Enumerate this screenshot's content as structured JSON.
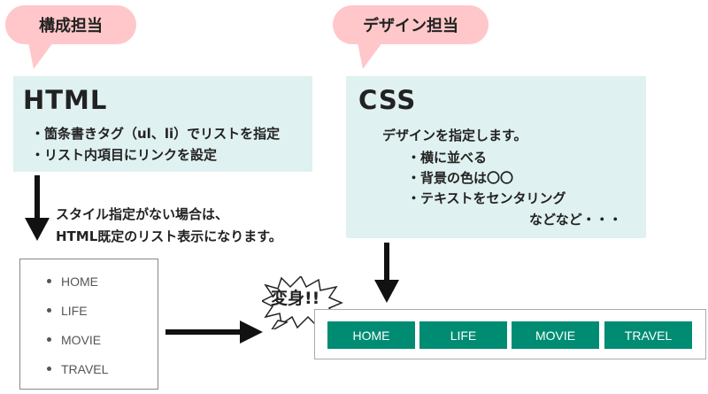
{
  "html_role": {
    "bubble": "構成担当",
    "title": "HTML",
    "bullets": [
      "・箇条書きタグ（ul、li）でリストを指定",
      "・リスト内項目にリンクを設定"
    ]
  },
  "css_role": {
    "bubble": "デザイン担当",
    "title": "CSS",
    "lead": "デザインを指定します。",
    "bullets": [
      "・横に並べる",
      "・背景の色は〇〇",
      "・テキストをセンタリング"
    ],
    "etc": "などなど・・・"
  },
  "note": [
    "スタイル指定がない場合は、",
    "HTML既定のリスト表示になります。"
  ],
  "default_list": [
    "HOME",
    "LIFE",
    "MOVIE",
    "TRAVEL"
  ],
  "transform_label": "変身!!",
  "styled_nav": [
    "HOME",
    "LIFE",
    "MOVIE",
    "TRAVEL"
  ],
  "colors": {
    "bubble": "#ffc7c9",
    "panel": "#dff1f0",
    "nav_button": "#008c73",
    "arrow": "#111111"
  }
}
